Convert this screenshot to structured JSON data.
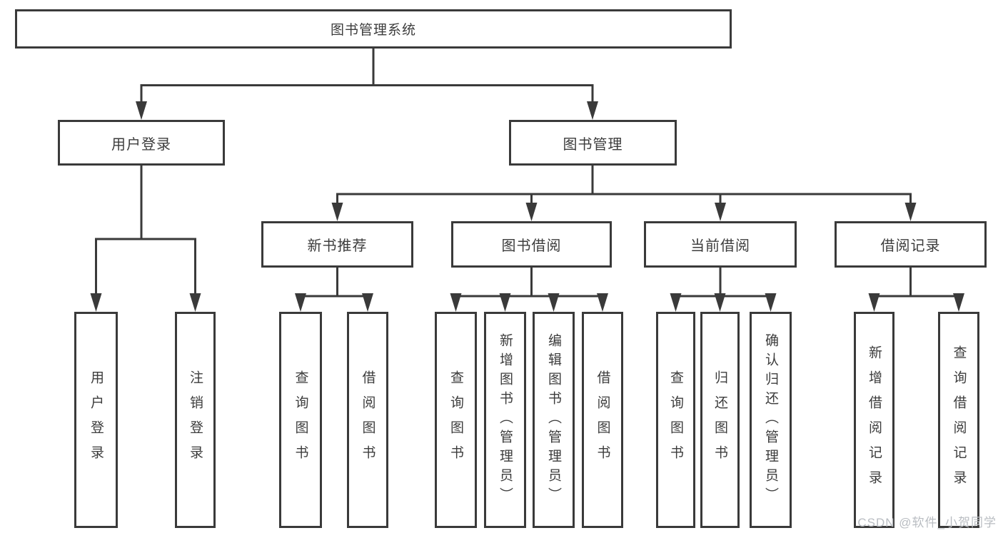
{
  "diagram": {
    "root": {
      "label": "图书管理系统"
    },
    "branches": [
      {
        "label": "用户登录",
        "children": [
          {
            "label": "用户登录"
          },
          {
            "label": "注销登录"
          }
        ]
      },
      {
        "label": "图书管理",
        "children": [
          {
            "label": "新书推荐",
            "children": [
              {
                "label": "查询图书"
              },
              {
                "label": "借阅图书"
              }
            ]
          },
          {
            "label": "图书借阅",
            "children": [
              {
                "label": "查询图书"
              },
              {
                "label": "新增图书（管理员）"
              },
              {
                "label": "编辑图书（管理员）"
              },
              {
                "label": "借阅图书"
              }
            ]
          },
          {
            "label": "当前借阅",
            "children": [
              {
                "label": "查询图书"
              },
              {
                "label": "归还图书"
              },
              {
                "label": "确认归还（管理员）"
              }
            ]
          },
          {
            "label": "借阅记录",
            "children": [
              {
                "label": "新增借阅记录"
              },
              {
                "label": "查询借阅记录"
              }
            ]
          }
        ]
      }
    ]
  },
  "watermark": {
    "text": "CSDN @软件_小贺同学"
  },
  "colors": {
    "line": "#3a3a3a",
    "text": "#3c3c3c",
    "background": "#ffffff",
    "watermark": "#b9bdc2"
  }
}
